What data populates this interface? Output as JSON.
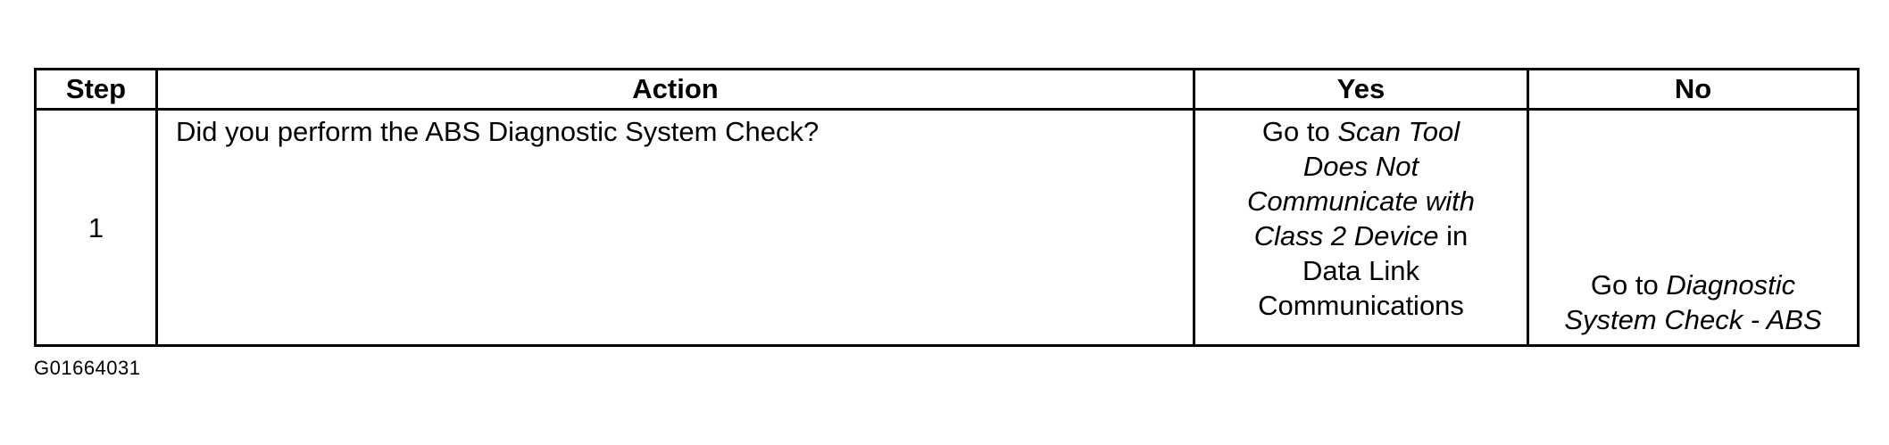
{
  "table": {
    "headers": {
      "step": "Step",
      "action": "Action",
      "yes": "Yes",
      "no": "No"
    },
    "rows": [
      {
        "step": "1",
        "action": "Did you perform the ABS Diagnostic System Check?",
        "yes": {
          "prefix": "Go to",
          "ref": "Scan Tool Does Not Communicate with Class 2 Device",
          "suffix": "in Data Link Communications"
        },
        "no": {
          "prefix": "Go to",
          "ref": "Diagnostic System Check - ABS"
        }
      }
    ]
  },
  "figure_id": "G01664031"
}
